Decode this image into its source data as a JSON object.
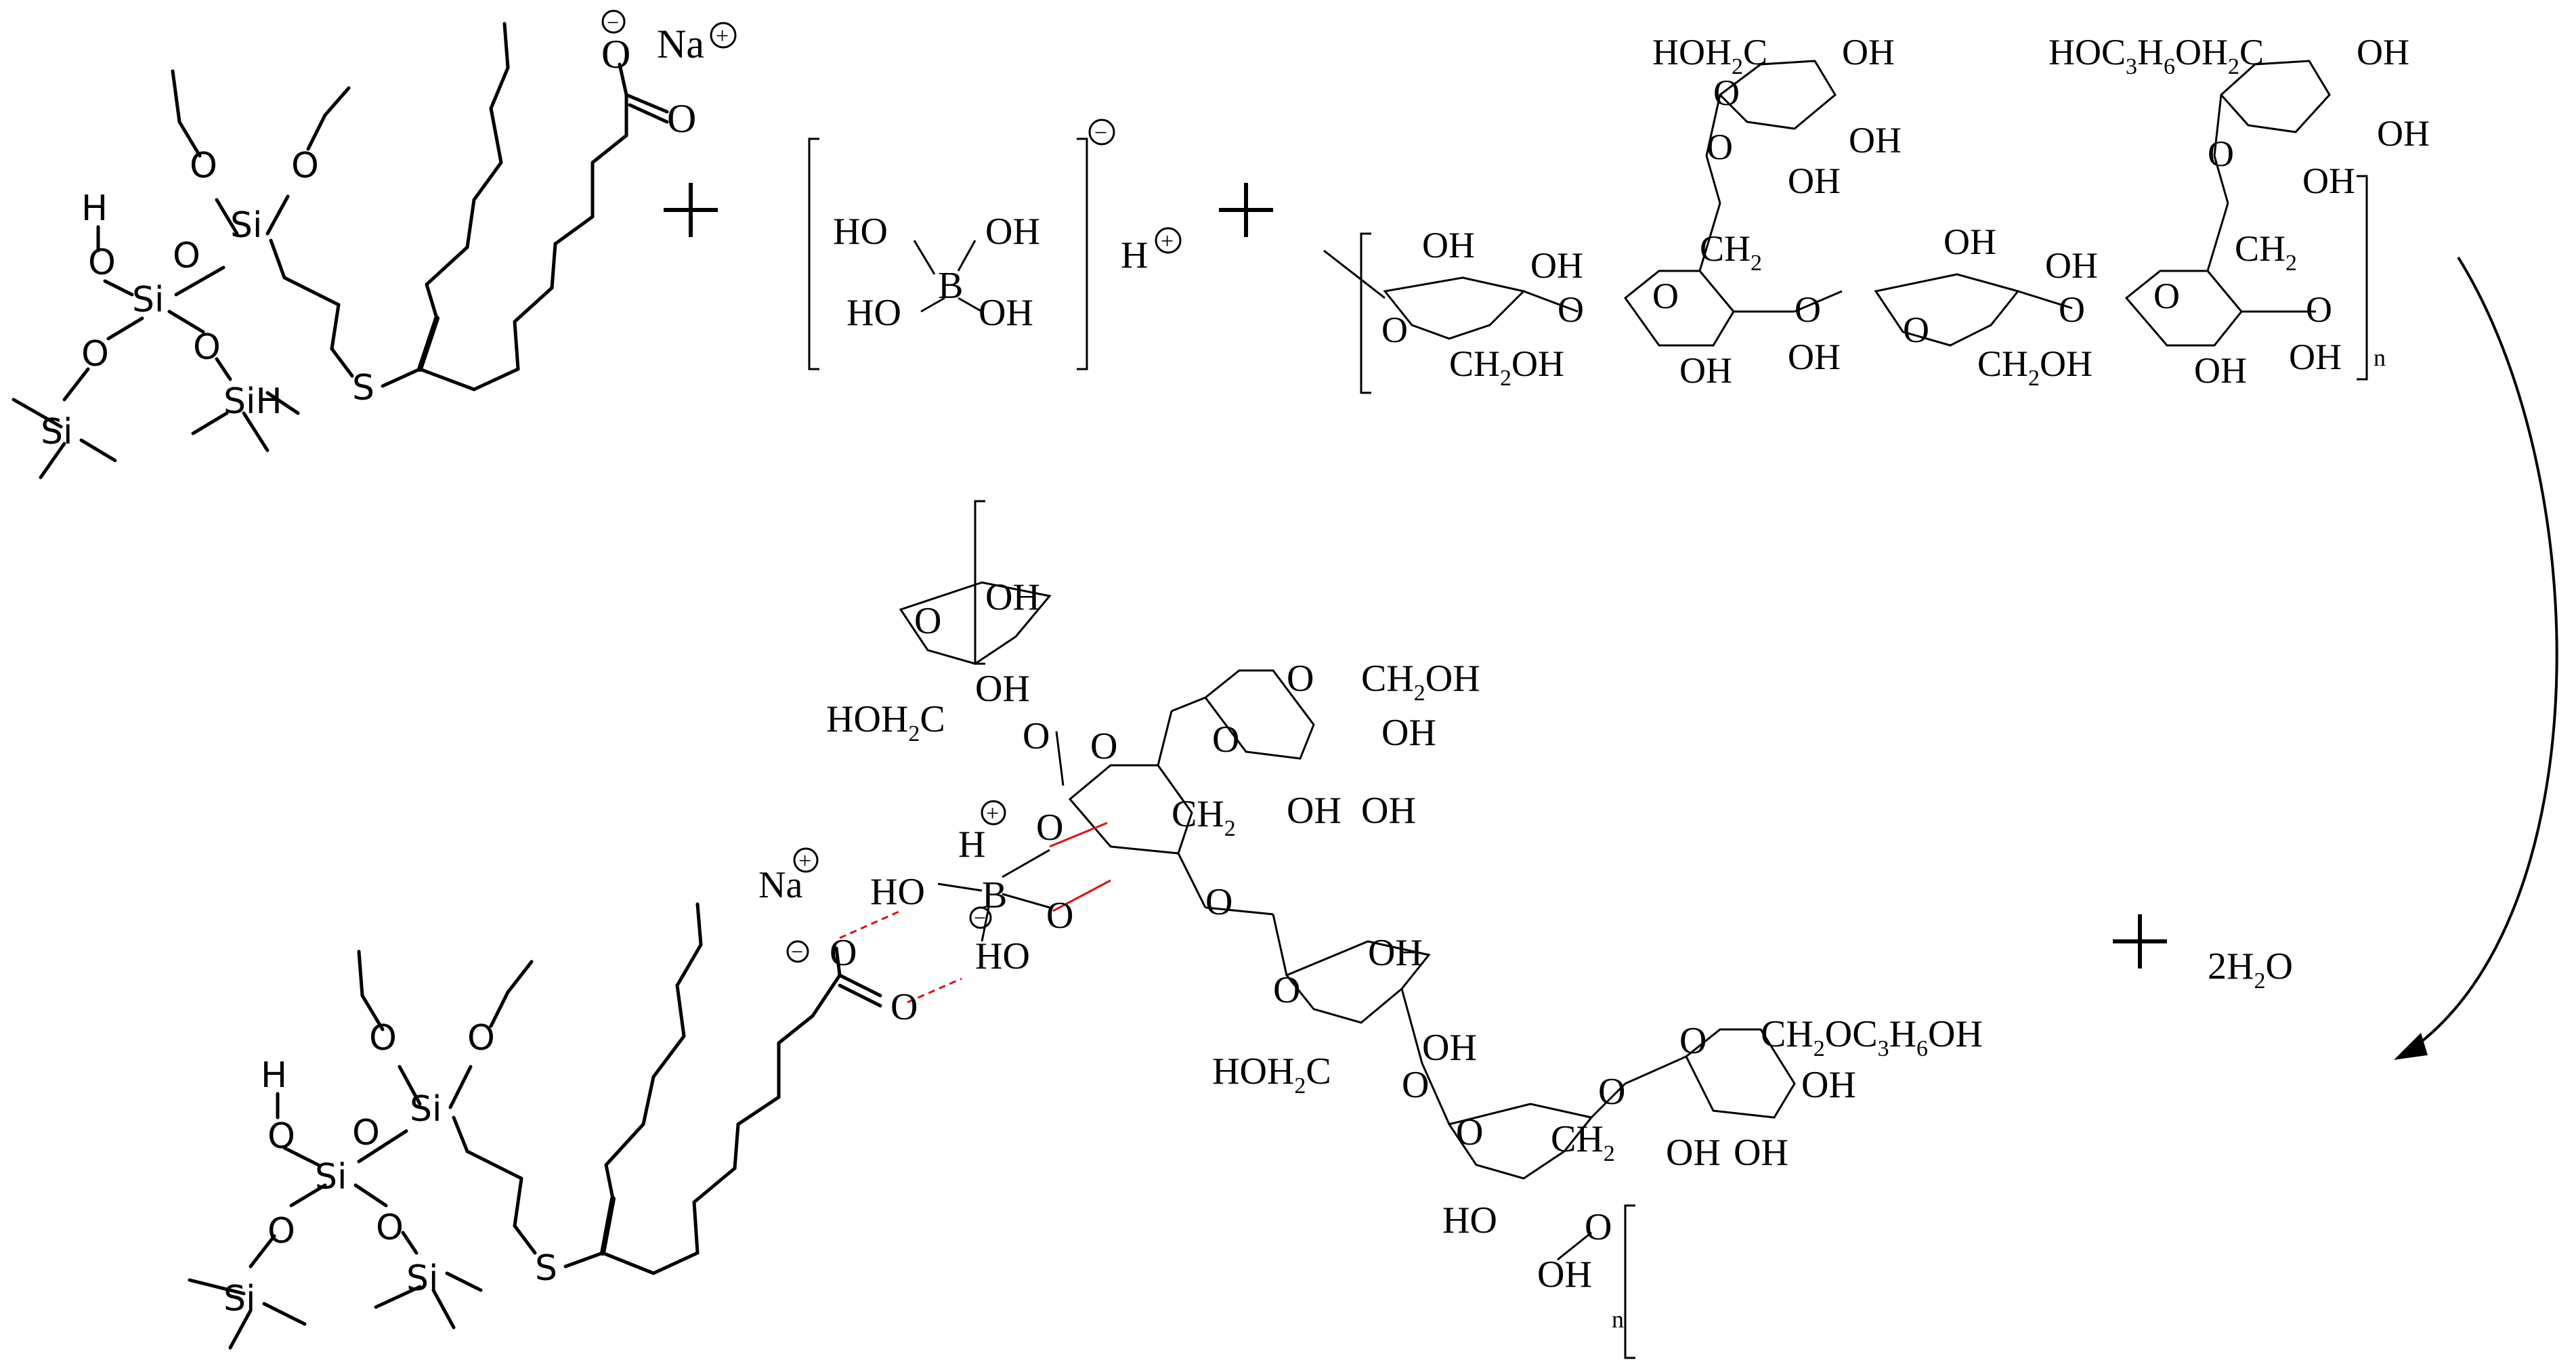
{
  "silane_top": {
    "si1": "Si",
    "si2": "Si",
    "si3": "Si",
    "si4": "SiH",
    "h": "H",
    "o_h": "O",
    "o_link": "O",
    "o_eth1": "O",
    "o_eth2": "O",
    "o_left": "O",
    "o_right": "O",
    "s": "S",
    "o_minus": "O",
    "o_double": "O",
    "na": "Na",
    "plus_sign": "+",
    "minus_sign": "−"
  },
  "plus_symbol": "+",
  "boric": {
    "ho_tl": "HO",
    "oh_tr": "OH",
    "b": "B",
    "ho_bl": "HO",
    "oh_br": "OH",
    "minus": "−",
    "h": "H",
    "plus": "+"
  },
  "polysaccharide_top": {
    "hoh2c_1": "HOH",
    "sub2": "2",
    "c": "C",
    "hoc3h6": "HOC",
    "sub3": "3",
    "h6": "H",
    "sub6": "6",
    "oh2c": "OH",
    "oh": "OH",
    "o": "O",
    "ch2": "CH",
    "ch2oh": "CH",
    "n": "n"
  },
  "product": {
    "na": "Na",
    "plus": "+",
    "ho": "HO",
    "b": "B",
    "h": "H",
    "minus": "−",
    "o": "O",
    "oh": "OH",
    "hoh2c": "HOH",
    "ch2oh": "CH",
    "ch2": "CH",
    "ch2oc3h6oh": "CH",
    "s": "S",
    "si": "Si",
    "n": "n"
  },
  "water": {
    "coef": "2H",
    "sub": "2",
    "o": "O"
  }
}
